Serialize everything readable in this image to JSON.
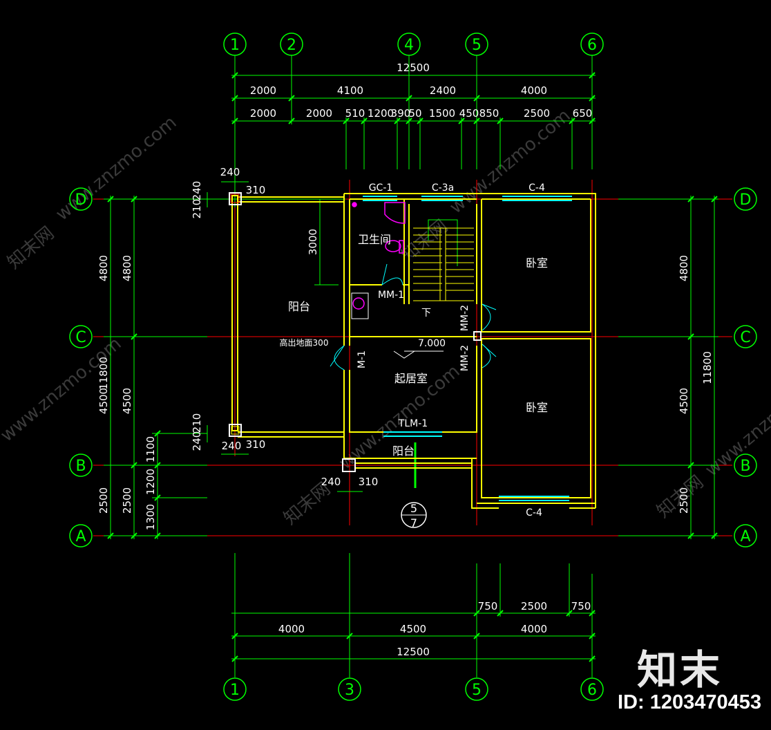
{
  "axes": {
    "top": [
      "1",
      "2",
      "4",
      "5",
      "6"
    ],
    "bottom": [
      "1",
      "3",
      "5",
      "6"
    ],
    "rows": [
      "D",
      "C",
      "B",
      "A"
    ]
  },
  "dims": {
    "top_total": "12500",
    "top_row1": [
      "2000",
      "4100",
      "2400",
      "4000"
    ],
    "top_row2": [
      "2000",
      "2000",
      "510",
      "1200",
      "390",
      "50",
      "1500",
      "450",
      "850",
      "2500",
      "650"
    ],
    "bottom_row1": [
      "750",
      "2500",
      "750"
    ],
    "bottom_row2": [
      "4000",
      "4500",
      "4000"
    ],
    "bottom_total": "12500",
    "left_outer": [
      "4800",
      "4500",
      "2500"
    ],
    "left_total": "11800",
    "left_inner": [
      "1100",
      "1200",
      "1300"
    ],
    "right_outer": [
      "4800",
      "4500",
      "2500"
    ],
    "right_total": "11800",
    "local": {
      "d240": "240",
      "d310": "310",
      "d210": "210",
      "d3000": "3000",
      "b240": "240",
      "b310": "310",
      "b210": "210"
    }
  },
  "labels": {
    "gc1": "GC-1",
    "c3a": "C-3a",
    "c4_top": "C-4",
    "c4_bottom": "C-4",
    "bathroom": "卫生间",
    "mm1": "MM-1",
    "mm2_a": "MM-2",
    "mm2_b": "MM-2",
    "m1": "M-1",
    "down": "下",
    "bedroom_top": "卧室",
    "bedroom_bottom": "卧室",
    "balcony_left": "阳台",
    "balcony_small": "阳台",
    "living": "起居室",
    "tlm1": "TLM-1",
    "elevation": "7.000",
    "above_floor": "高出地面300",
    "section_num": "5",
    "section_sheet": "7"
  },
  "watermark": {
    "site": "www.znzmo.com",
    "brand_cn": "知末网",
    "brand": "知末",
    "id": "ID: 1203470453"
  },
  "colors": {
    "dim": "#00ff00",
    "wall": "#ffff00",
    "axis": "#ff0000",
    "window": "#00ffff",
    "fixture": "#ff00ff",
    "text": "#ffffff"
  }
}
